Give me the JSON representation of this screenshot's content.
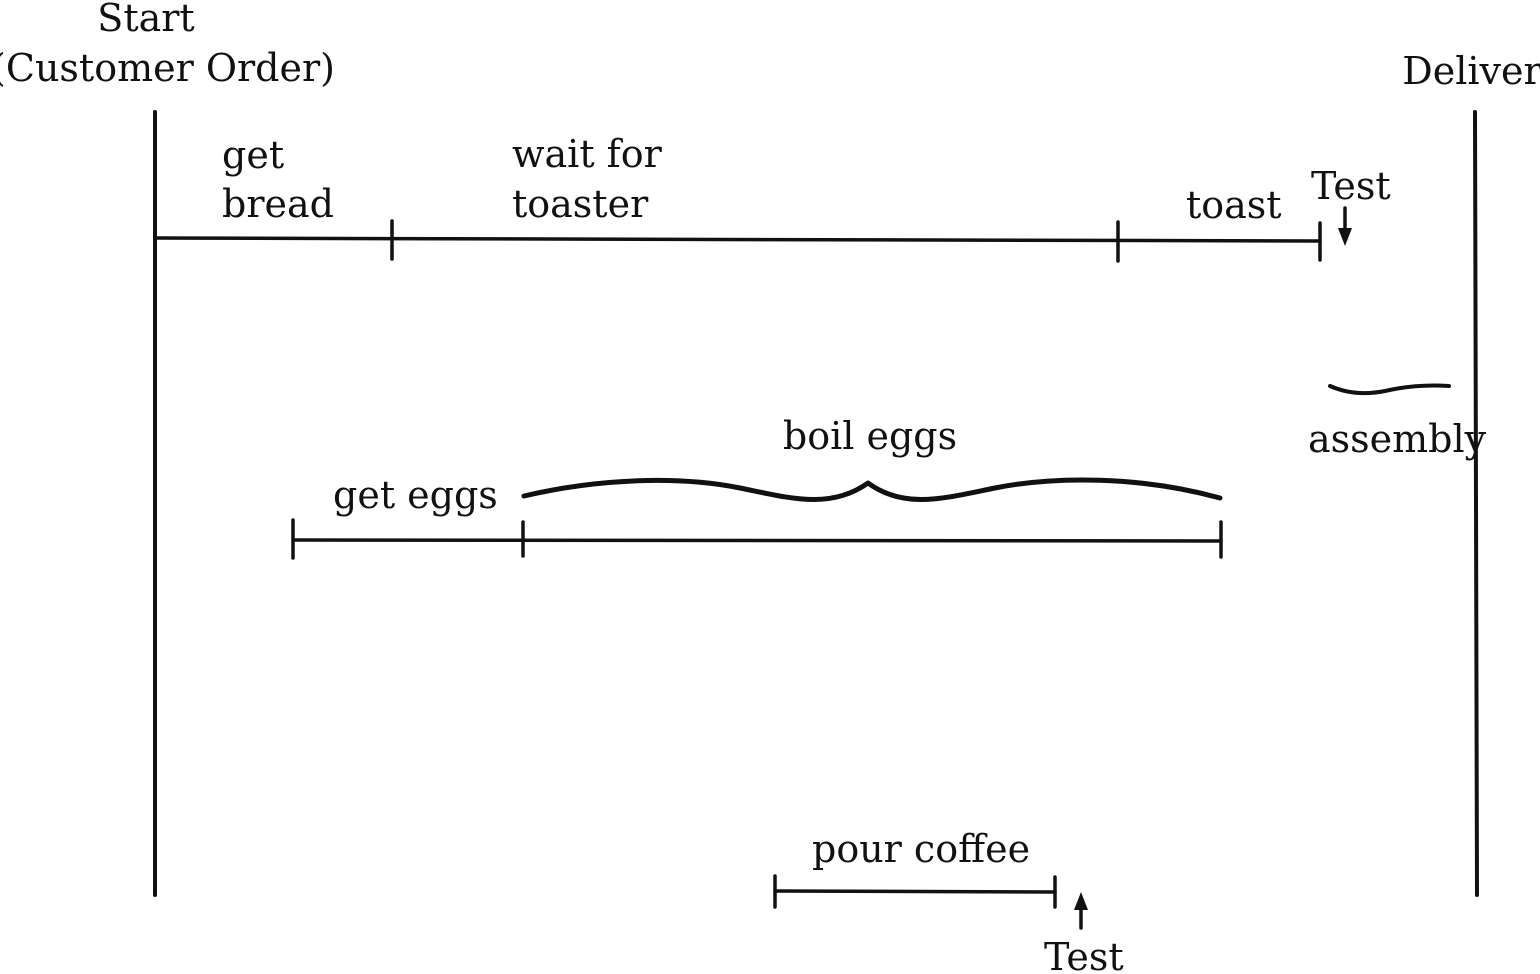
{
  "diagram": {
    "start_label_line1": "Start",
    "start_label_line2": "(Customer Order)",
    "deliver_label": "Deliver",
    "toast_track": {
      "get_bread_line1": "get",
      "get_bread_line2": "bread",
      "wait_line1": "wait for",
      "wait_line2": "toaster",
      "toast": "toast",
      "test": "Test"
    },
    "eggs_track": {
      "get_eggs": "get eggs",
      "boil_eggs": "boil eggs"
    },
    "assembly": "assembly",
    "coffee_track": {
      "pour_coffee": "pour coffee",
      "test": "Test"
    }
  }
}
